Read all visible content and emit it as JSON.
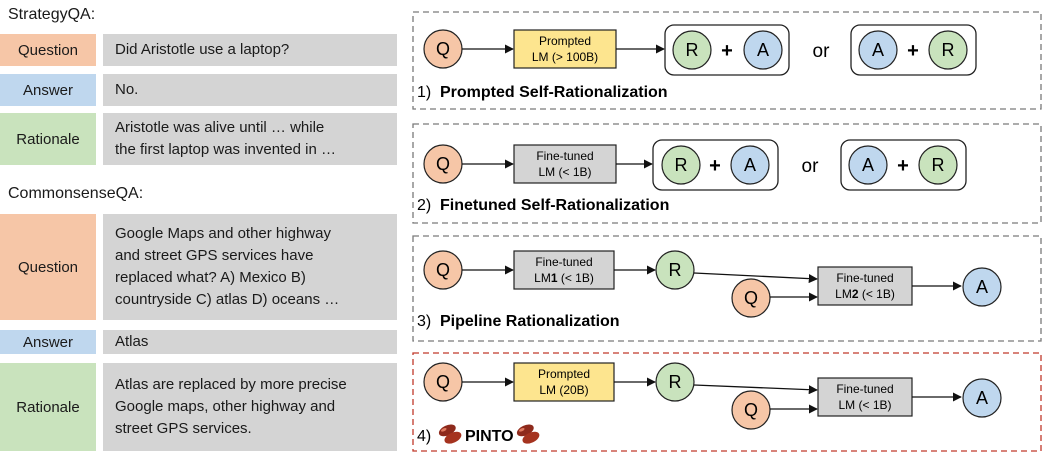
{
  "left": {
    "strategyqa": {
      "title": "StrategyQA:",
      "question_label": "Question",
      "question": "Did Aristotle use a laptop?",
      "answer_label": "Answer",
      "answer": "No.",
      "rationale_label": "Rationale",
      "rationale_lines": [
        "Aristotle was alive until … while",
        "the first laptop was invented in …"
      ]
    },
    "commonsenseqa": {
      "title": "CommonsenseQA:",
      "question_label": "Question",
      "question_lines": [
        "Google Maps and other highway",
        "and street GPS services have",
        "replaced what? A) Mexico B)",
        "countryside C) atlas D) oceans …"
      ],
      "answer_label": "Answer",
      "answer": "Atlas",
      "rationale_label": "Rationale",
      "rationale_lines": [
        "Atlas are replaced by more precise",
        "Google maps, other highway and",
        "street GPS services."
      ]
    }
  },
  "nodes": {
    "q": "Q",
    "r": "R",
    "a": "A",
    "plus": "+",
    "or": "or"
  },
  "panels": [
    {
      "num": "1)",
      "title": "Prompted Self-Rationalization",
      "model_lines": [
        "Prompted",
        "LM (> 100B)"
      ]
    },
    {
      "num": "2)",
      "title": "Finetuned Self-Rationalization",
      "model_lines": [
        "Fine-tuned",
        "LM (< 1B)"
      ]
    },
    {
      "num": "3)",
      "title": "Pipeline Rationalization",
      "model1": {
        "line1": "Fine-tuned",
        "pre": "LM",
        "bold": "1",
        "post": " (< 1B)"
      },
      "model2": {
        "line1": "Fine-tuned",
        "pre": "LM",
        "bold": "2",
        "post": " (< 1B)"
      }
    },
    {
      "num": "4)",
      "title": "PINTO",
      "model1_lines": [
        "Prompted",
        "LM (20B)"
      ],
      "model2_lines": [
        "Fine-tuned",
        "LM (< 1B)"
      ]
    }
  ],
  "colors": {
    "question": "#f6c6a7",
    "answer": "#bfd7ee",
    "rationale": "#c9e3bd",
    "value_box": "#d4d4d4",
    "prompted_lm": "#fde58f",
    "finetuned_lm": "#d4d4d4",
    "pinto_border": "#c0392b",
    "panel_border": "#7a7a7a"
  },
  "icons": [
    "bean-icon"
  ]
}
